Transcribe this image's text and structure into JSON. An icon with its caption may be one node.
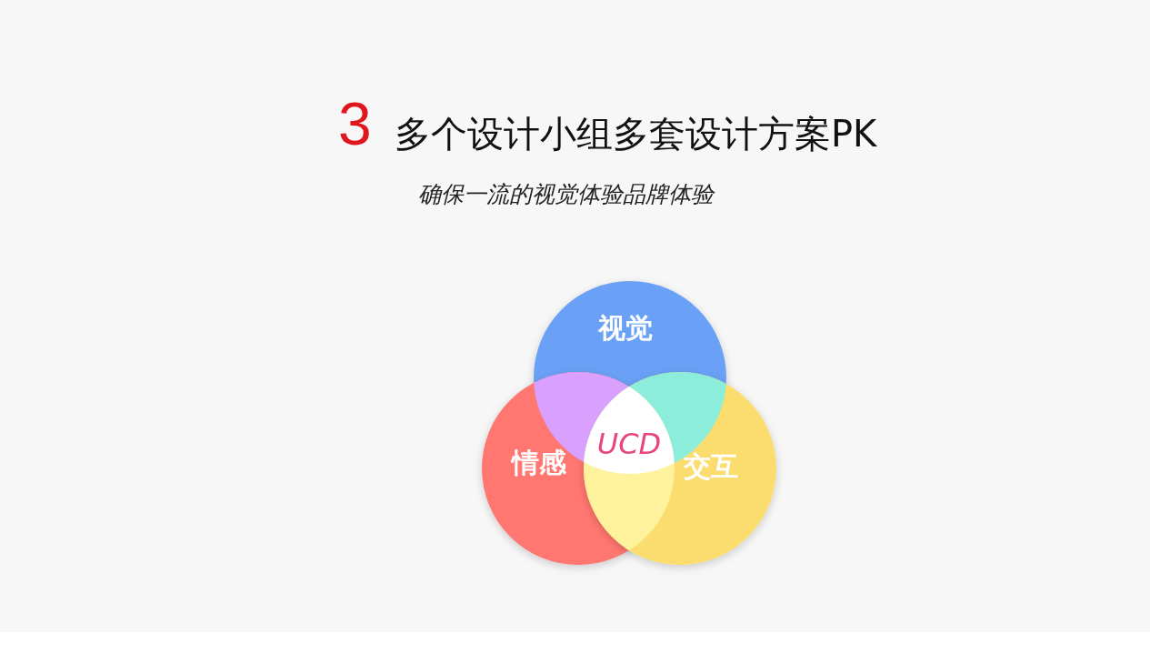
{
  "diagram": {
    "title": "多个设计小组多套设计方案PK",
    "nodes": [
      {
        "text": [
          "视觉"
        ]
      },
      {
        "text": [
          "情感"
        ]
      },
      {
        "text": [
          "交互"
        ]
      },
      {
        "text": [
          "UCD"
        ]
      }
    ],
    "labels": [
      "3",
      "确保一流的视觉体验品牌体验"
    ]
  }
}
